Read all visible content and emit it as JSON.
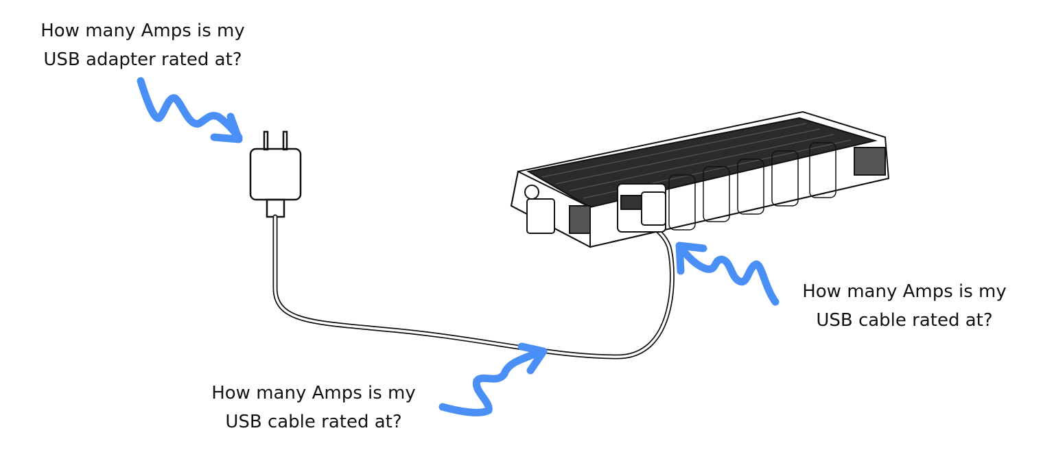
{
  "labels": {
    "adapter": {
      "line1": "How many Amps is my",
      "line2": "USB adapter rated at?"
    },
    "cable_right": {
      "line1": "How many Amps is my",
      "line2": "USB cable rated at?"
    },
    "cable_bottom": {
      "line1": "How many Amps is my",
      "line2": "USB cable rated at?"
    }
  },
  "colors": {
    "arrow": "#4A8FF5",
    "line_art": "#111111"
  }
}
